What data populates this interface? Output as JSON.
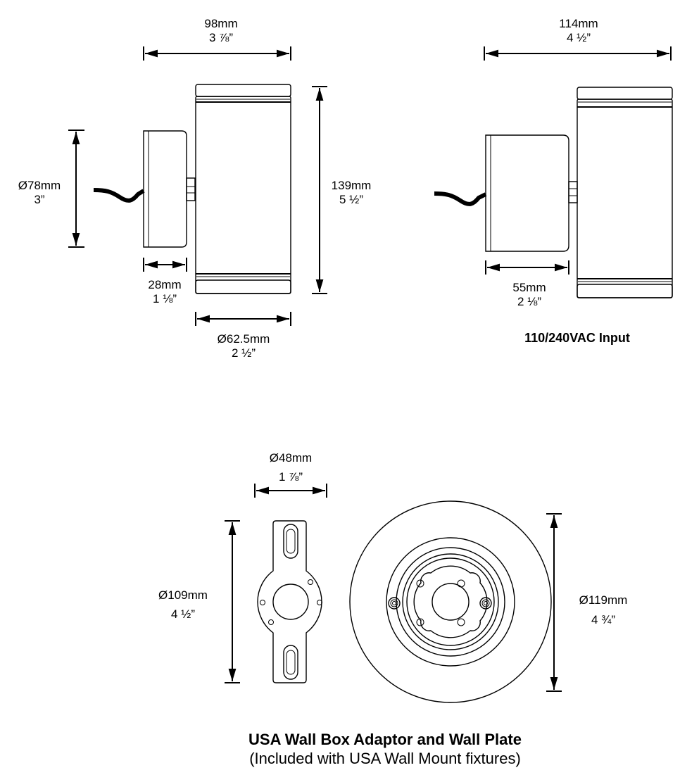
{
  "side_view_1": {
    "width_mm": "98mm",
    "width_in": "3 ⅞”",
    "box_dia_mm": "Ø78mm",
    "box_dia_in": "3”",
    "height_mm": "139mm",
    "height_in": "5 ½”",
    "box_depth_mm": "28mm",
    "box_depth_in": "1 ⅛”",
    "body_dia_mm": "Ø62.5mm",
    "body_dia_in": "2 ½”"
  },
  "side_view_2": {
    "width_mm": "114mm",
    "width_in": "4 ½”",
    "box_depth_mm": "55mm",
    "box_depth_in": "2 ⅛”",
    "caption": "110/240VAC Input"
  },
  "wall_plate": {
    "hole_dia_mm": "Ø48mm",
    "hole_dia_in": "1 ⅞”",
    "adaptor_len_mm": "Ø109mm",
    "adaptor_len_in": "4 ½”",
    "plate_dia_mm": "Ø119mm",
    "plate_dia_in": "4 ¾”",
    "title": "USA Wall Box Adaptor and Wall Plate",
    "subtitle": "(Included with USA Wall Mount fixtures)"
  },
  "colors": {
    "line": "#000000",
    "background": "#ffffff"
  }
}
